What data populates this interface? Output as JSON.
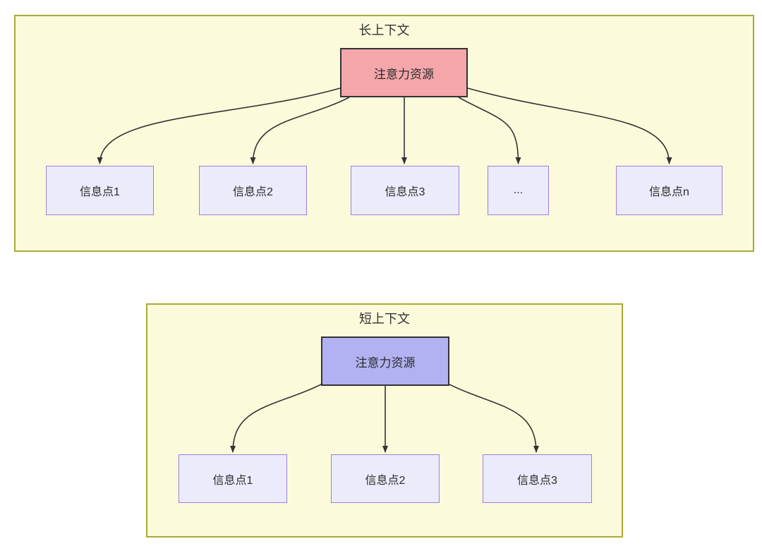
{
  "diagrams": [
    {
      "id": "long-context",
      "title": "长上下文",
      "root_label": "注意力资源",
      "children": [
        "信息点1",
        "信息点2",
        "信息点3",
        "...",
        "信息点n"
      ]
    },
    {
      "id": "short-context",
      "title": "短上下文",
      "root_label": "注意力资源",
      "children": [
        "信息点1",
        "信息点2",
        "信息点3"
      ]
    }
  ],
  "colors": {
    "container_fill": "#fbfbdc",
    "container_border": "#a9a936",
    "root_long_fill": "#f4a6ab",
    "root_short_fill": "#b2b2f2",
    "root_border": "#333333",
    "info_fill": "#ebebfb",
    "info_border": "#9d7ede",
    "arrow_stroke": "#333333",
    "text": "#333333"
  }
}
